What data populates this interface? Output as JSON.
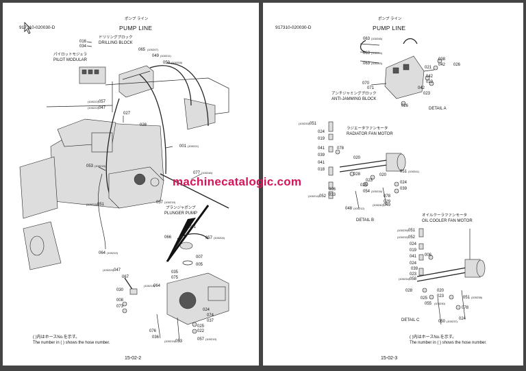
{
  "left_page": {
    "doc_id": "917310-020030-D",
    "title_jp": "ポンプ ライン",
    "title": "PUMP LINE",
    "labels": {
      "drilling_block_jp": "ドリリングブロック",
      "drilling_block": "DRILLING BLOCK",
      "pilot_modular_jp": "パイロットモジュラ",
      "pilot_modular": "PILOT MODULAR",
      "plunger_pump_jp": "プランジャポンプ",
      "plunger_pump": "PLUNGER PUMP"
    },
    "parts": [
      "016",
      "034",
      "065",
      "(100247)",
      "049",
      "(100211)",
      "050",
      "(100205)",
      "(100222)",
      "057",
      "(100222)",
      "047",
      "027",
      "028",
      "001",
      "(100221)",
      "053",
      "(100215)",
      "077",
      "(100246)",
      "(100224)",
      "051",
      "057",
      "(100219)",
      "001",
      "066",
      "057",
      "(100204)",
      "007",
      "005",
      "064",
      "(100210)",
      "(100203)",
      "047",
      "067",
      "035",
      "075",
      "(100219)",
      "064",
      "030",
      "008",
      "073",
      "024",
      "074",
      "037",
      "025",
      "022",
      "076",
      "036",
      "(100219)",
      "053",
      "057",
      "(100219)"
    ],
    "footnote_jp": "( )内はホースNo.を示す。",
    "footnote": "The number in (     ) shows the hose number.",
    "page_number": "15-02-2"
  },
  "right_page": {
    "doc_id": "917310-020030-D",
    "title_jp": "ポンプ ライン",
    "title": "PUMP LINE",
    "labels": {
      "anti_jamming_jp": "アンチジャミングブロック",
      "anti_jamming": "ANTI-JAMMING BLOCK",
      "detail_a": "DETAIL A",
      "radiator_jp": "ラジエータファンモータ",
      "radiator": "RADIATOR FAN MOTOR",
      "detail_b": "DETAIL B",
      "oil_cooler_jp": "オイルクーラファンモータ",
      "oil_cooler": "OIL COOLER FAN MOTOR",
      "detail_c": "DETAIL C"
    },
    "parts": [
      "063",
      "(100246)",
      "063",
      "(100245)",
      "063",
      "(100243)",
      "038",
      "042",
      "026",
      "021",
      "070",
      "071",
      "042",
      "023",
      "042",
      "023",
      "026",
      "(100233)",
      "051",
      "024",
      "019",
      "041",
      "078",
      "039",
      "020",
      "041",
      "018",
      "028",
      "006",
      "033",
      "(100214)",
      "052",
      "051",
      "(100241)",
      "020",
      "023",
      "025",
      "054",
      "(100216)",
      "024",
      "039",
      "078",
      "029",
      "048",
      "(100212)",
      "(100240)",
      "049",
      "(100239)",
      "051",
      "(100232)",
      "052",
      "024",
      "019",
      "041",
      "006",
      "024",
      "039",
      "023",
      "(100234)",
      "058",
      "028",
      "020",
      "025",
      "023",
      "055",
      "(100230)",
      "078",
      "051",
      "(100238)",
      "050",
      "(100237)",
      "024"
    ],
    "footnote_jp": "( )内はホースNo.を示す。",
    "footnote": "The number in (     ) shows the hose number.",
    "page_number": "15-02-3"
  },
  "watermark": "machinecatalogic.com"
}
